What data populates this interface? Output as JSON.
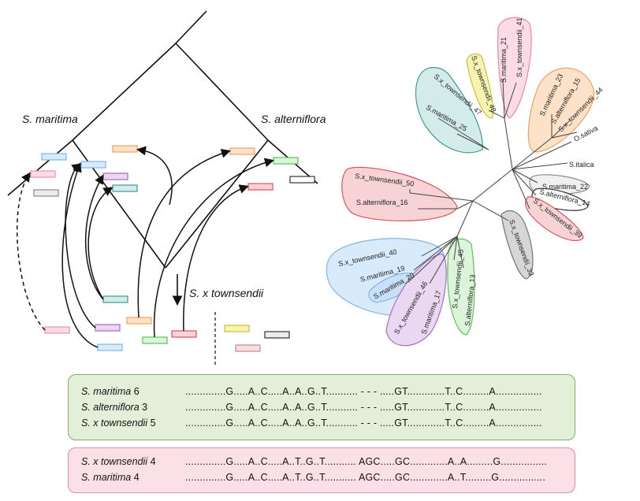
{
  "species_labels": {
    "maritima": "S. maritima",
    "alterniflora": "S. alterniflora",
    "townsendii": "S. x townsendii"
  },
  "tree_tips": [
    {
      "label": "S.x_townsendii_41"
    },
    {
      "label": "S.maritima_21"
    },
    {
      "label": "S.x_townsendii_48"
    },
    {
      "label": "S.x_townsendii_47"
    },
    {
      "label": "S.maritima_25"
    },
    {
      "label": "S.maritima_23"
    },
    {
      "label": "S.alterniflora_15"
    },
    {
      "label": "S.x_townsendii_44"
    },
    {
      "label": "O.sativa"
    },
    {
      "label": "S.italica"
    },
    {
      "label": "S.maritima_22"
    },
    {
      "label": "S.alterniflora_14"
    },
    {
      "label": "S.x_townsendii_39"
    },
    {
      "label": "S.x_townsendii_50"
    },
    {
      "label": "S.alterniflora_16"
    },
    {
      "label": "S.x_townsendii_33"
    },
    {
      "label": "S.x_townsendii_40"
    },
    {
      "label": "S.maritima_19"
    },
    {
      "label": "S.maritima_20"
    },
    {
      "label": "S.x_townsendii_46"
    },
    {
      "label": "S.maritima_17"
    },
    {
      "label": "S.x_townsendii_45"
    },
    {
      "label": "S.alterniflora_13"
    }
  ],
  "alignment": {
    "green_rows": [
      {
        "name": "S. maritima",
        "count": "6",
        "seq": "..............G.....A..C.....A..A..G..T........... - - - .....GT.............T..C.........A................"
      },
      {
        "name": "S. alterniflora",
        "count": "3",
        "seq": "..............G.....A..C.....A..A..G..T........... - - - .....GT.............T..C.........A................"
      },
      {
        "name": "S. x townsendii",
        "count": "5",
        "seq": "..............G.....A..C.....A..A..G..T........... - - - .....GT.............T..C.........A................"
      }
    ],
    "pink_rows": [
      {
        "name": "S. x townsendii",
        "count": "4",
        "seq": "..............G.....A..C.....A..T..G..T........... AGC.....GC.............A..A.........G................"
      },
      {
        "name": "S. maritima",
        "count": "4",
        "seq": "..............G.....A..C.....A..T..G..T........... AGC.....GC.............A..T.........G................"
      }
    ]
  },
  "colors": {
    "green_panel": "#e4efd9",
    "pink_panel": "#fce0e8",
    "blue": "#7fb6e8",
    "pink": "#ef8fb0",
    "grey": "#8a8a8a",
    "purple": "#a96bc1",
    "teal": "#3e9a94",
    "orange": "#f2a35f",
    "red": "#d9545e",
    "green": "#5ec05a",
    "yellow": "#e4df4a"
  }
}
